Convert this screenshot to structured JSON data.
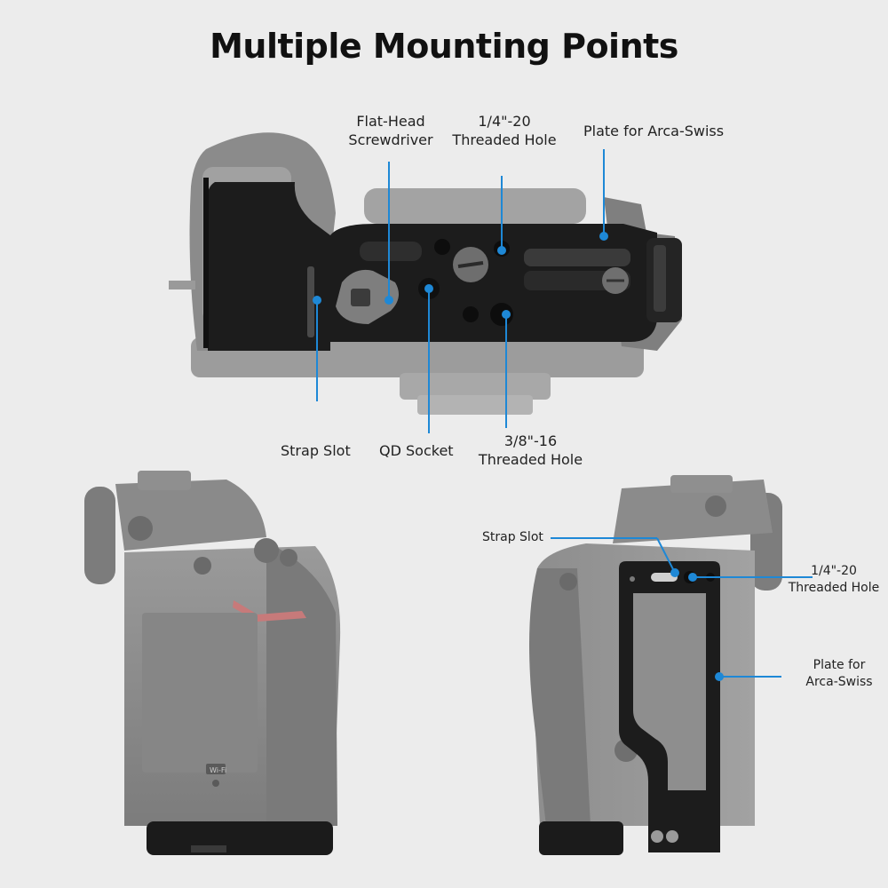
{
  "title": "Multiple Mounting Points",
  "top_labels": {
    "flat_head_line1": "Flat-Head",
    "flat_head_line2": "Screwdriver",
    "quarter_line1": "1/4\"-20",
    "quarter_line2": "Threaded Hole",
    "arca": "Plate for Arca-Swiss",
    "strap_slot": "Strap Slot",
    "qd_socket": "QD Socket",
    "three_eighths_line1": "3/8\"-16",
    "three_eighths_line2": "Threaded Hole"
  },
  "bottom_right_labels": {
    "strap_slot": "Strap Slot",
    "quarter_line1": "1/4\"-20",
    "quarter_line2": "Threaded Hole",
    "arca_line1": "Plate for",
    "arca_line2": "Arca-Swiss"
  },
  "camera_marks": {
    "wifi_badge": "Wi-Fi"
  },
  "colors": {
    "background": "#ececec",
    "callout": "#1e88d6",
    "plate": "#1c1c1c",
    "camera_ghost": "#8a8a8a"
  }
}
